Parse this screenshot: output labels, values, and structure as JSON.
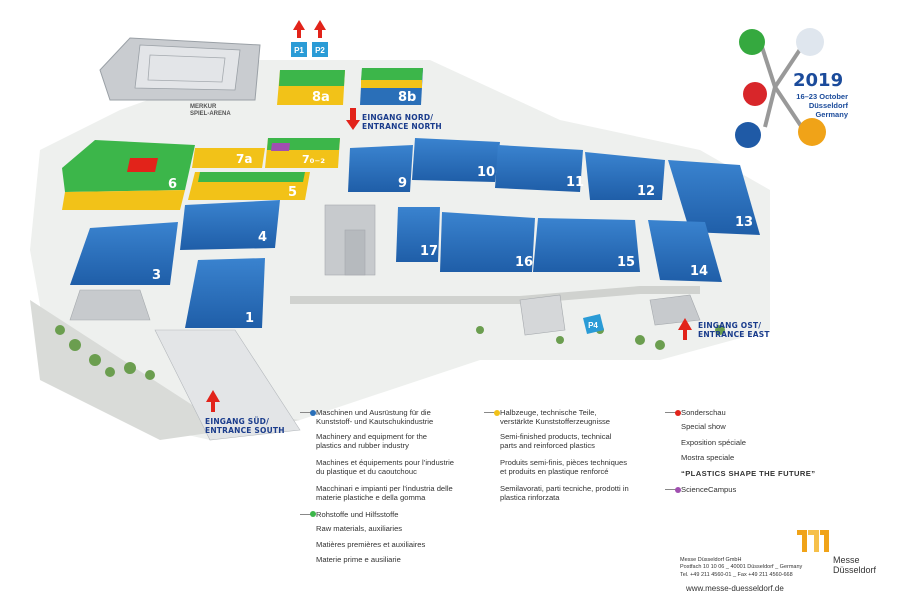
{
  "halls": [
    {
      "id": "hall-1",
      "label": "1",
      "category": "machinery"
    },
    {
      "id": "hall-3",
      "label": "3",
      "category": "machinery"
    },
    {
      "id": "hall-4",
      "label": "4",
      "category": "machinery"
    },
    {
      "id": "hall-5",
      "label": "5",
      "category": "semi-finished"
    },
    {
      "id": "hall-6",
      "label": "6",
      "category": "raw-materials-and-semi-finished"
    },
    {
      "id": "hall-7a",
      "label": "7a",
      "category": "semi-finished"
    },
    {
      "id": "hall-7-0-2",
      "label": "7₀₋₂",
      "category": "semi-finished-with-sciencecampus"
    },
    {
      "id": "hall-8a",
      "label": "8a",
      "category": "raw-materials-and-semi-finished"
    },
    {
      "id": "hall-8b",
      "label": "8b",
      "category": "machinery-and-semi-finished"
    },
    {
      "id": "hall-9",
      "label": "9",
      "category": "machinery"
    },
    {
      "id": "hall-10",
      "label": "10",
      "category": "machinery"
    },
    {
      "id": "hall-11",
      "label": "11",
      "category": "machinery"
    },
    {
      "id": "hall-12",
      "label": "12",
      "category": "machinery"
    },
    {
      "id": "hall-13",
      "label": "13",
      "category": "machinery"
    },
    {
      "id": "hall-14",
      "label": "14",
      "category": "machinery"
    },
    {
      "id": "hall-15",
      "label": "15",
      "category": "machinery"
    },
    {
      "id": "hall-16",
      "label": "16",
      "category": "machinery"
    },
    {
      "id": "hall-17",
      "label": "17",
      "category": "machinery"
    }
  ],
  "parking": {
    "p1": "P1",
    "p2": "P2",
    "p4": "P4"
  },
  "entrances": {
    "north": [
      "EINGANG NORD/",
      "ENTRANCE NORTH"
    ],
    "east": [
      "EINGANG OST/",
      "ENTRANCE EAST"
    ],
    "south": [
      "EINGANG SÜD/",
      "ENTRANCE SOUTH"
    ]
  },
  "arena": [
    "MERKUR",
    "SPIEL-ARENA"
  ],
  "legend": {
    "machinery": {
      "color": "#2a6fb8",
      "lines": [
        "Maschinen und Ausrüstung für die",
        "Kunststoff- und Kautschukindustrie"
      ],
      "translations": [
        [
          "Machinery and equipment for the",
          "plastics and rubber industry"
        ],
        [
          "Machines et équipements pour l’industrie",
          "du plastique et du caoutchouc"
        ],
        [
          "Macchinari e impianti per l’industria delle",
          "materie plastiche e della gomma"
        ]
      ]
    },
    "raw": {
      "color": "#3cb64a",
      "lines": [
        "Rohstoffe und Hilfsstoffe"
      ],
      "translations": [
        [
          "Raw materials, auxiliaries"
        ],
        [
          "Matières premières et auxiliaires"
        ],
        [
          "Materie prime e ausiliarie"
        ]
      ]
    },
    "semi": {
      "color": "#f2c218",
      "lines": [
        "Halbzeuge, technische Teile,",
        "verstärkte Kunststofferzeugnisse"
      ],
      "translations": [
        [
          "Semi-finished products, technical",
          "parts and reinforced plastics"
        ],
        [
          "Produits semi-finis, pièces techniques",
          "et produits en plastique renforcé"
        ],
        [
          "Semilavorati, parti tecniche, prodotti in",
          "plastica rinforzata"
        ]
      ]
    },
    "special": {
      "color": "#e2231a",
      "lines": [
        "Sonderschau"
      ],
      "translations": [
        [
          "Special show"
        ],
        [
          "Exposition spéciale"
        ],
        [
          "Mostra speciale"
        ]
      ],
      "title": "“PLASTICS SHAPE THE FUTURE”"
    },
    "science": {
      "color": "#a04fb0",
      "lines": [
        "ScienceCampus"
      ]
    }
  },
  "colors": {
    "machinery": "#2a6fb8",
    "raw": "#3cb64a",
    "semi": "#f2c218",
    "special": "#e2231a",
    "science": "#a04fb0",
    "entrance_arrow": "#e2231a",
    "parking": "#2a9bd6"
  },
  "k_logo": {
    "year": "2019",
    "dates": [
      "16–23 October",
      "Düsseldorf",
      "Germany"
    ]
  },
  "messe": {
    "name_lines": [
      "Messe",
      "Düsseldorf"
    ],
    "address_lines": [
      "Messe Düsseldorf GmbH",
      "Postfach 10 10 06 _ 40001 Düsseldorf _ Germany",
      "Tel. +49 211 4560-01 _ Fax +49 211 4560-668"
    ],
    "url": "www.messe-duesseldorf.de"
  }
}
